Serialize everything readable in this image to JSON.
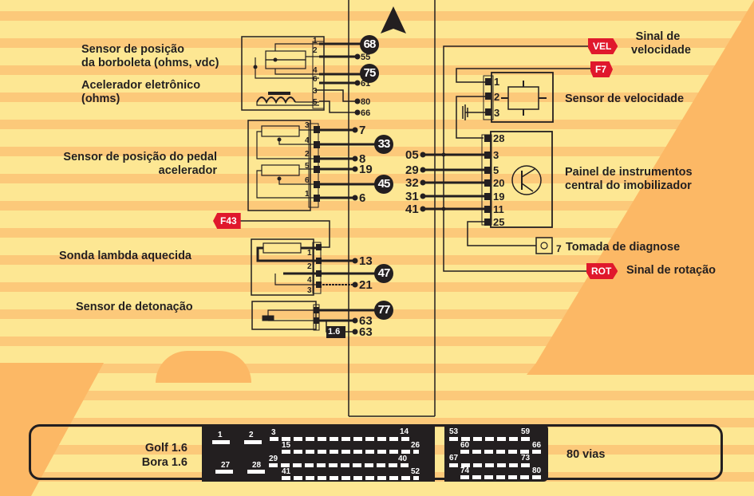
{
  "components_left": [
    {
      "id": "tps",
      "label_lines": [
        "Sensor de posição",
        "da borboleta (ohms, vdc)"
      ]
    },
    {
      "id": "acc",
      "label_lines": [
        "Acelerador eletrônico",
        "(ohms)"
      ]
    },
    {
      "id": "pedal",
      "label_lines": [
        "Sensor de posição do pedal",
        "acelerador"
      ]
    },
    {
      "id": "lambda",
      "label_lines": [
        "Sonda lambda aquecida"
      ]
    },
    {
      "id": "knock",
      "label_lines": [
        "Sensor de detonação"
      ]
    }
  ],
  "components_right": {
    "vel_signal": [
      "Sinal de",
      "velocidade"
    ],
    "speed_sensor": "Sensor de velocidade",
    "panel": [
      "Painel de instrumentos",
      "central do imobilizador"
    ],
    "diag": "Tomada de diagnose",
    "diag_pin": "7",
    "rot_signal": "Sinal de rotação"
  },
  "tags": {
    "vel": "VEL",
    "f7": "F7",
    "f43": "F43",
    "rot": "ROT",
    "engine": "1.6"
  },
  "tag_color": "#e0182c",
  "left_pins": {
    "tps": [
      "1",
      "2",
      "4",
      "6",
      "3",
      "5"
    ],
    "pedal": [
      "3",
      "4",
      "2",
      "5",
      "6",
      "1"
    ],
    "lambda": [
      "1",
      "2",
      "4",
      "3"
    ]
  },
  "ecu_pins_left": {
    "circled": [
      "68",
      "75",
      "33",
      "45",
      "47",
      "77"
    ],
    "plain": [
      "55",
      "61",
      "80",
      "66",
      "7",
      "8",
      "19",
      "6",
      "13",
      "21",
      "63",
      "63"
    ]
  },
  "speed_sensor_pins": [
    "1",
    "2",
    "3"
  ],
  "panel_pins": [
    "28",
    "3",
    "5",
    "20",
    "19",
    "11",
    "25"
  ],
  "ecu_pins_right": [
    "05",
    "29",
    "32",
    "31",
    "41"
  ],
  "footer": {
    "models": [
      "Golf 1.6",
      "Bora 1.6"
    ],
    "ways": "80 vias",
    "conn1_row_labels": [
      [
        "1",
        "2",
        "3",
        "14"
      ],
      [
        "15",
        "26"
      ],
      [
        "27",
        "28",
        "29",
        "40"
      ],
      [
        "41",
        "52"
      ]
    ],
    "conn2_row_labels": [
      [
        "53",
        "59"
      ],
      [
        "60",
        "66"
      ],
      [
        "67",
        "73"
      ],
      [
        "74",
        "80"
      ]
    ]
  }
}
